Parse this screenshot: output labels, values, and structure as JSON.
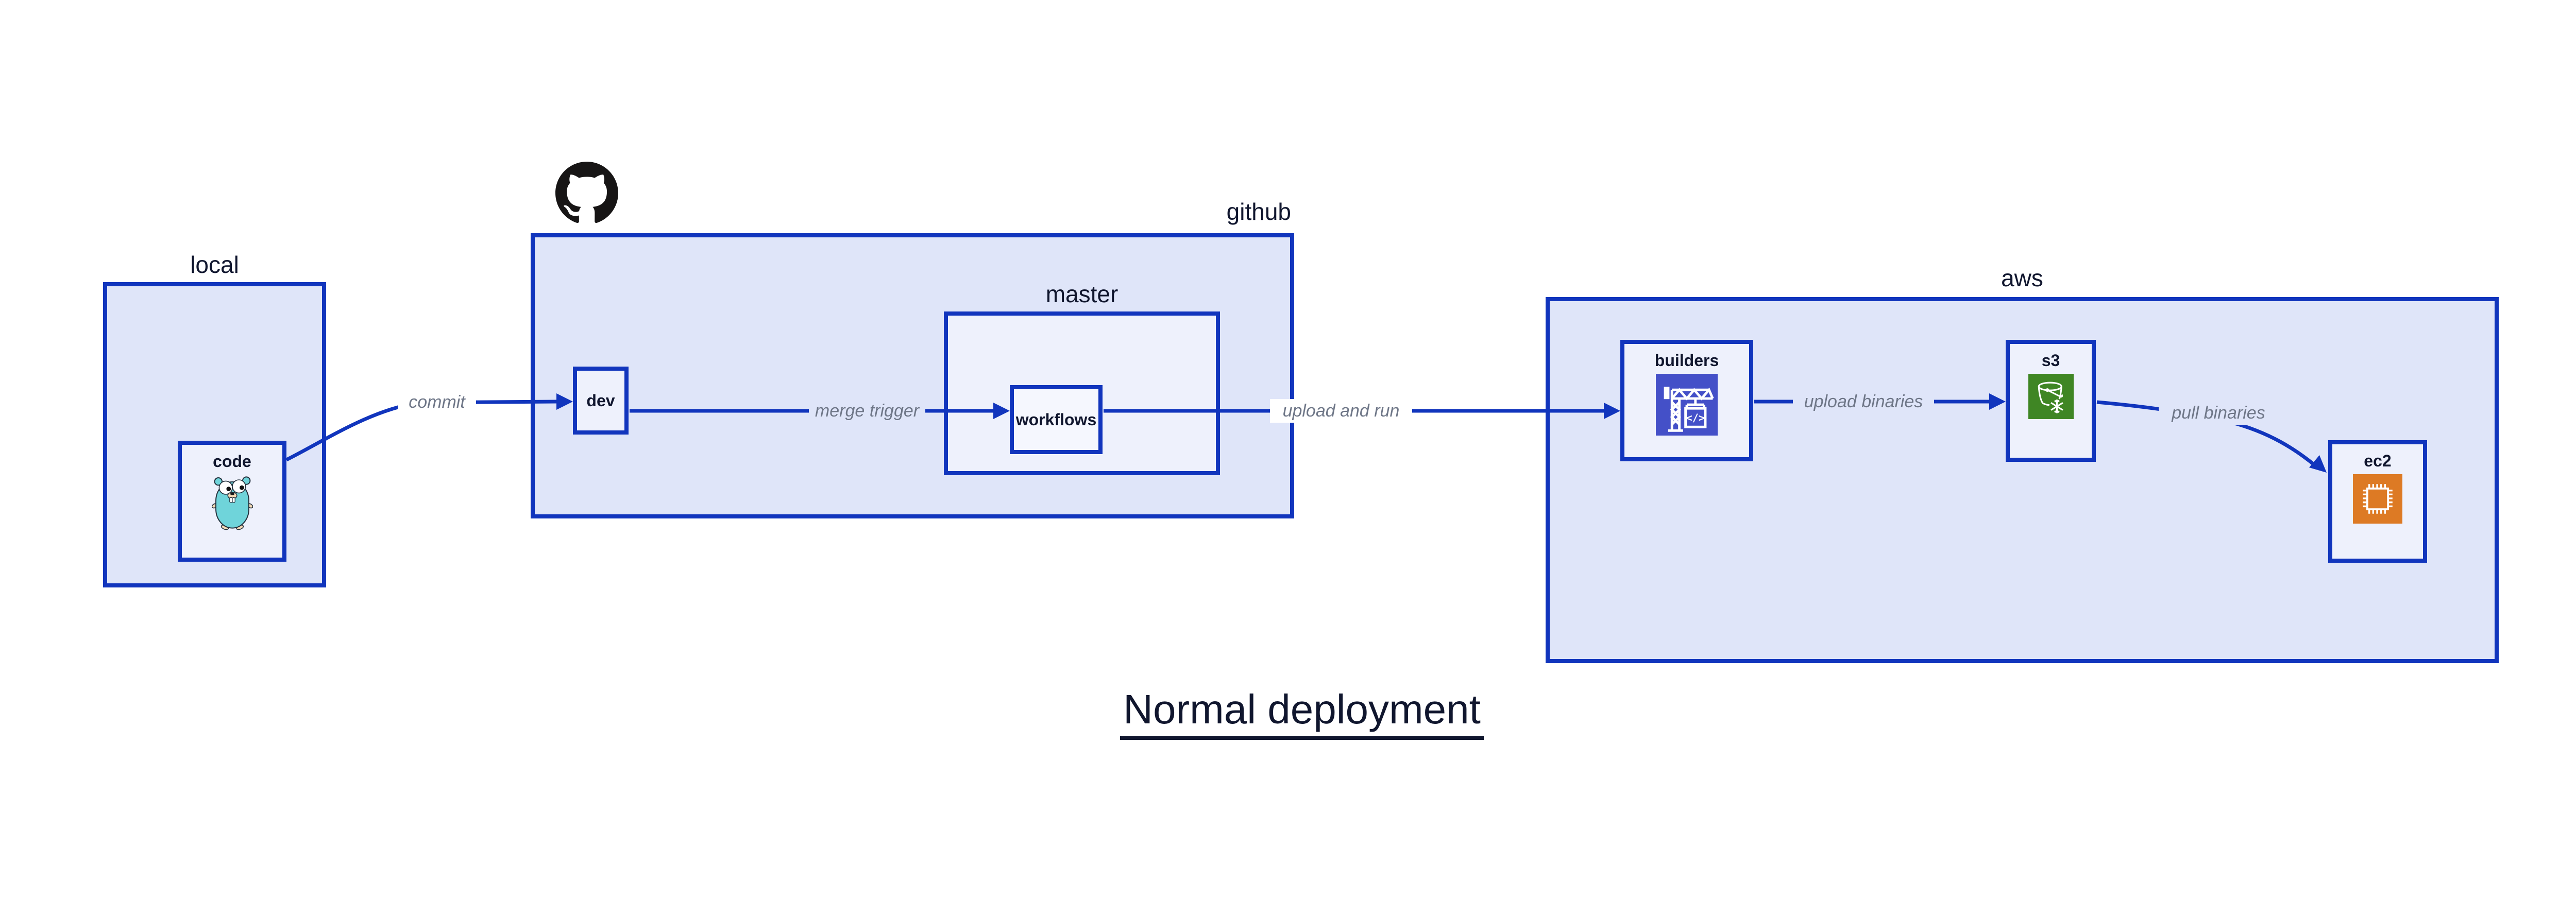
{
  "title": "Normal deployment",
  "nodes": {
    "local": {
      "label": "local"
    },
    "code": {
      "label": "code"
    },
    "github": {
      "label": "github"
    },
    "dev": {
      "label": "dev"
    },
    "master": {
      "label": "master"
    },
    "workflows": {
      "label": "workflows"
    },
    "aws": {
      "label": "aws"
    },
    "builders": {
      "label": "builders"
    },
    "s3": {
      "label": "s3"
    },
    "ec2": {
      "label": "ec2"
    }
  },
  "edges": {
    "commit": {
      "label": "commit"
    },
    "merge_trigger": {
      "label": "merge trigger"
    },
    "upload_and_run": {
      "label": "upload and run"
    },
    "upload_binaries": {
      "label": "upload binaries"
    },
    "pull_binaries": {
      "label": "pull binaries"
    }
  },
  "icons": {
    "gopher": "go-gopher-icon",
    "github_logo": "github-octocat-icon",
    "builders": "codebuild-crane-icon",
    "builders_code_text": "</>",
    "s3": "s3-bucket-snowflake-icon",
    "ec2": "ec2-chip-icon"
  },
  "colors": {
    "edge_and_border_blue": "#1135bd",
    "outer_box_fill": "#dfe5f9",
    "inner_box_fill": "#eef1fc",
    "workflows_fill": "#f5f7fe",
    "label_navy": "#10162e",
    "edge_label_gray": "#6e7687",
    "codebuild_purple": "#4450c8",
    "s3_green": "#3f8624",
    "ec2_orange": "#dd7a24",
    "github_black": "#171515",
    "gopher_teal": "#6fd4da"
  }
}
